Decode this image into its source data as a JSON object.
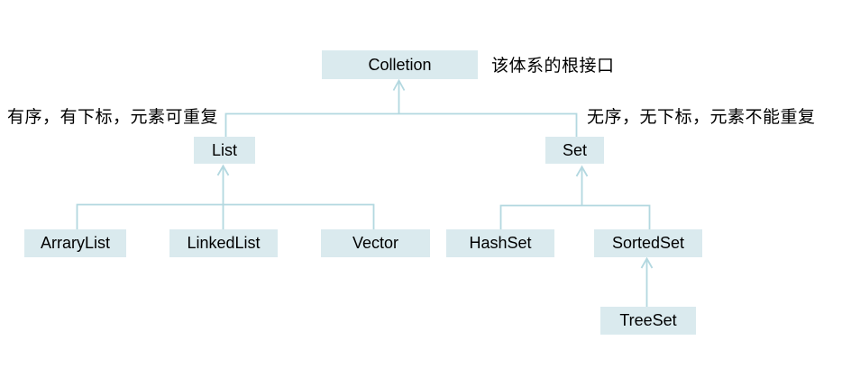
{
  "colors": {
    "box_fill": "#daeaee",
    "line": "#b3d8e0",
    "text": "#000000",
    "background": "#ffffff"
  },
  "diagram": {
    "title": "Java Collection hierarchy diagram",
    "nodes": {
      "collection": {
        "label": "Colletion"
      },
      "list": {
        "label": "List"
      },
      "set": {
        "label": "Set"
      },
      "arrarylist": {
        "label": "ArraryList"
      },
      "linkedlist": {
        "label": "LinkedList"
      },
      "vector": {
        "label": "Vector"
      },
      "hashset": {
        "label": "HashSet"
      },
      "sortedset": {
        "label": "SortedSet"
      },
      "treeset": {
        "label": "TreeSet"
      }
    },
    "annotations": {
      "root_note": "该体系的根接口",
      "list_note": "有序，有下标，元素可重复",
      "set_note": "无序，无下标，元素不能重复"
    },
    "edges": [
      {
        "child": "List",
        "parent": "Colletion",
        "arrow": true
      },
      {
        "child": "Set",
        "parent": "Colletion",
        "arrow": true
      },
      {
        "child": "ArraryList",
        "parent": "List",
        "arrow": false
      },
      {
        "child": "LinkedList",
        "parent": "List",
        "arrow": false
      },
      {
        "child": "Vector",
        "parent": "List",
        "arrow": false
      },
      {
        "child": "HashSet",
        "parent": "Set",
        "arrow": false
      },
      {
        "child": "SortedSet",
        "parent": "Set",
        "arrow": false
      },
      {
        "child": "TreeSet",
        "parent": "SortedSet",
        "arrow": true
      }
    ]
  }
}
